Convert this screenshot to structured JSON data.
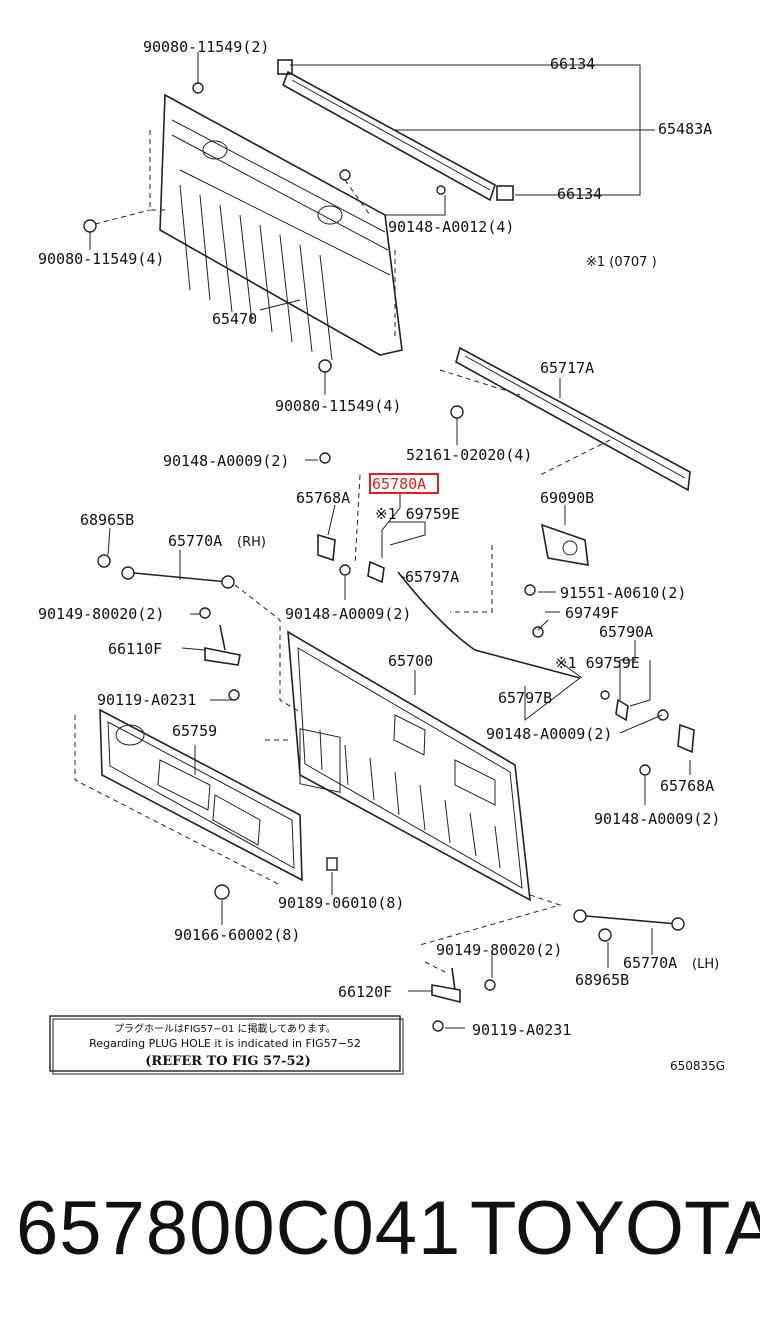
{
  "callouts": {
    "c1": "90080-11549(2)",
    "c2": "66134",
    "c3": "65483A",
    "c4": "66134",
    "c5": "90148-A0012(4)",
    "c6": "90080-11549(4)",
    "c7": "※1 (0707    )",
    "c8": "65470",
    "c9": "90080-11549(4)",
    "c10": "65717A",
    "c11": "52161-02020(4)",
    "c12": "90148-A0009(2)",
    "c13": "65780A",
    "c14": "65768A",
    "c15": "69090B",
    "c16": "68965B",
    "c17": "※1 69759E",
    "c18": "65770A",
    "c18b": "(RH)",
    "c19": "65797A",
    "c20": "91551-A0610(2)",
    "c21": "90149-80020(2)",
    "c22": "90148-A0009(2)",
    "c23": "69749F",
    "c24": "65790A",
    "c25": "66110F",
    "c26": "65700",
    "c27": "※1 69759E",
    "c28": "90119-A0231",
    "c29": "65797B",
    "c30": "65759",
    "c31": "90148-A0009(2)",
    "c32": "65768A",
    "c33": "90148-A0009(2)",
    "c34": "90189-06010(8)",
    "c35": "90166-60002(8)",
    "c36": "90149-80020(2)",
    "c37": "65770A",
    "c37b": "(LH)",
    "c38": "68965B",
    "c39": "66120F",
    "c40": "90119-A0231"
  },
  "note": {
    "line1": "プラグホールはFIG57−01 に掲載してあります。",
    "line2": "Regarding PLUG HOLE  it is indicated in FIG57−52",
    "line3": "(REFER TO FIG 57-52)"
  },
  "figure_code": "650835G",
  "footer": {
    "part_number": "657800C041",
    "brand": "TOYOTA"
  },
  "colors": {
    "highlight": "#e02020",
    "ink": "#222222"
  }
}
